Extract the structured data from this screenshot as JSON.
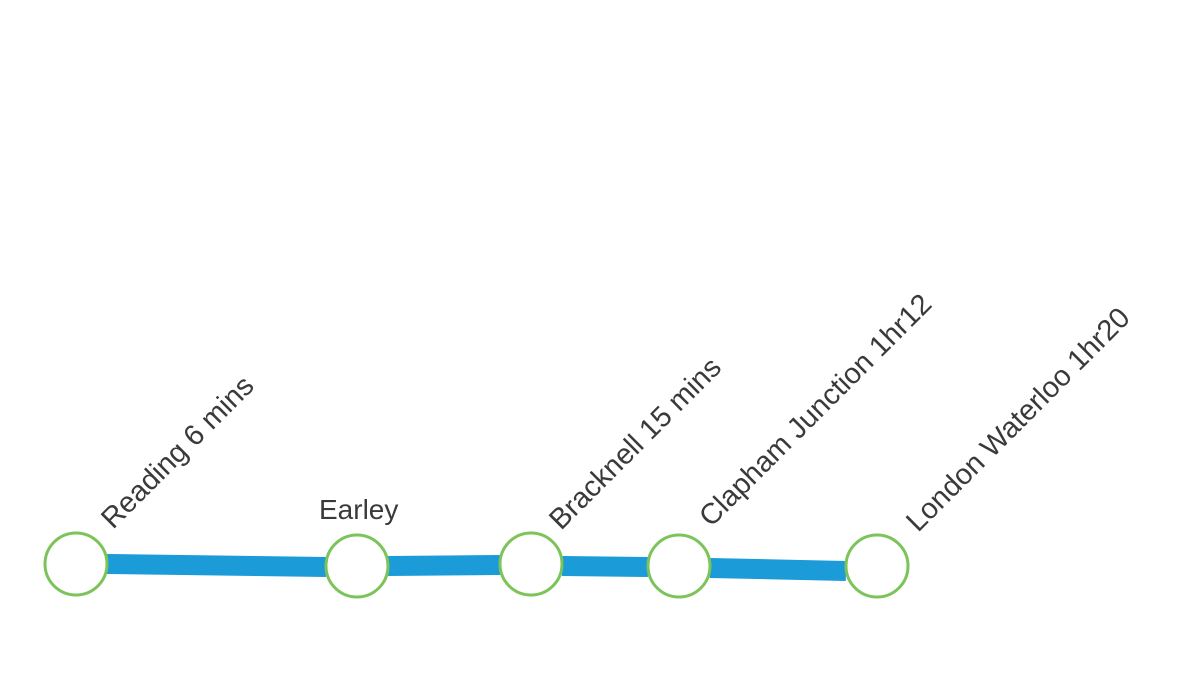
{
  "colors": {
    "line": "#1b9bd7",
    "station_stroke": "#7cc45a",
    "station_fill": "#ffffff",
    "label": "#3a3a3a"
  },
  "stations": [
    {
      "name": "Reading 6 mins"
    },
    {
      "name": "Earley"
    },
    {
      "name": "Bracknell 15 mins"
    },
    {
      "name": "Clapham Junction 1hr12"
    },
    {
      "name": "London Waterloo 1hr20"
    }
  ]
}
